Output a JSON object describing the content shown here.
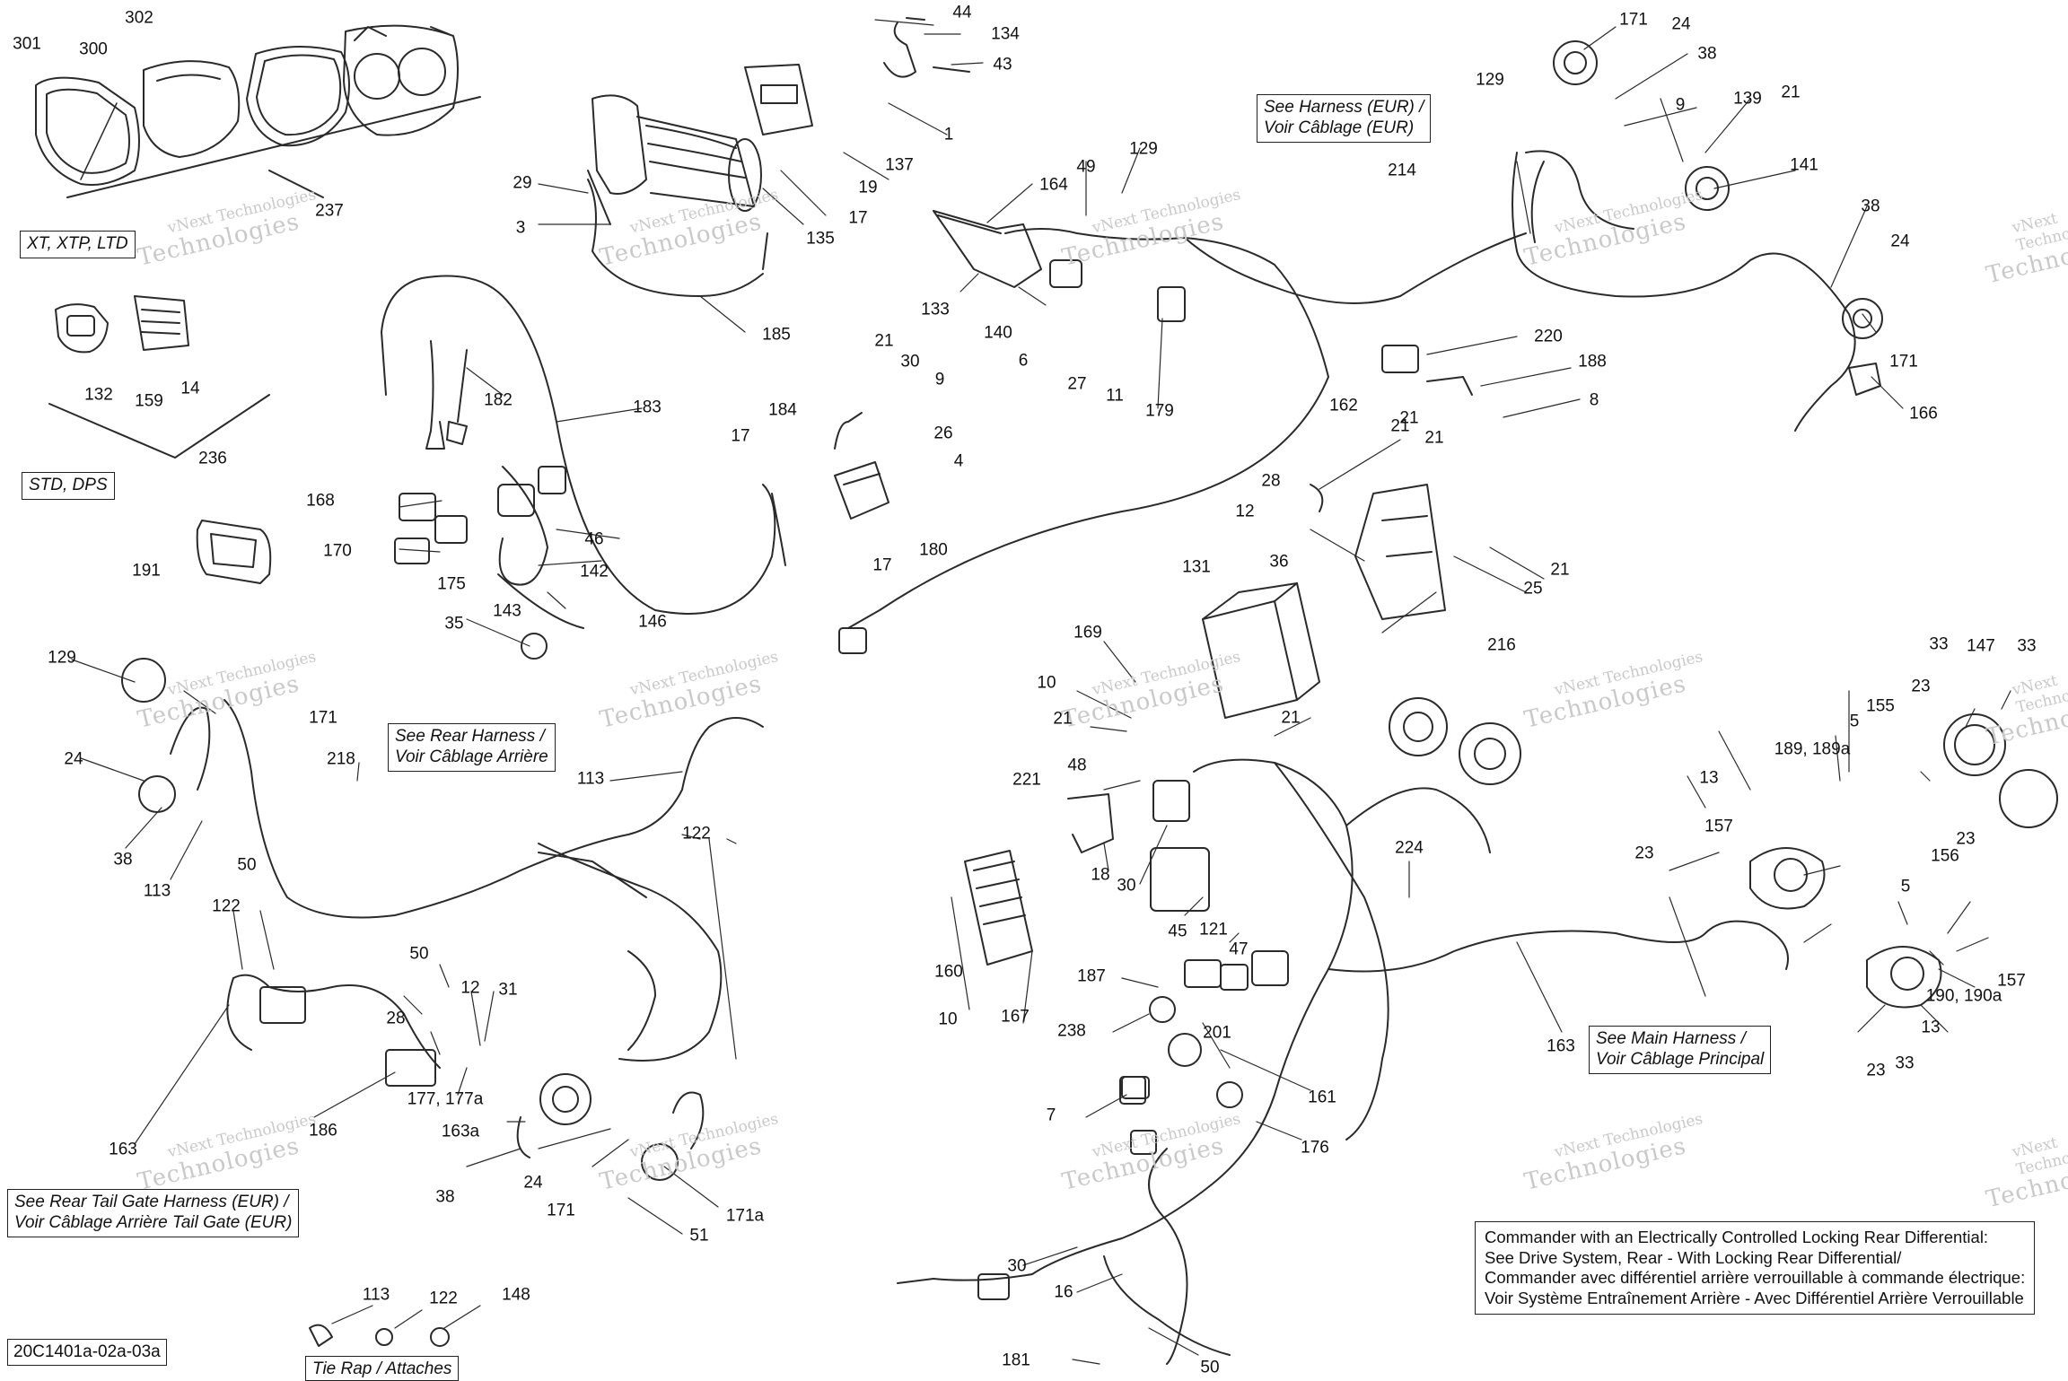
{
  "diagram_id": "20C1401a-02a-03a",
  "watermark": {
    "line1": "vNext Technologies",
    "line2": "Technologies"
  },
  "boxes": {
    "xt_xtp_ltd": [
      "XT, XTP, LTD"
    ],
    "std_dps": [
      "STD, DPS"
    ],
    "harness_eur": [
      "See Harness (EUR) /",
      "Voir Câblage (EUR)"
    ],
    "rear_harness": [
      "See Rear Harness /",
      "Voir Câblage Arrière"
    ],
    "main_harness": [
      "See Main Harness /",
      "Voir Câblage Principal"
    ],
    "tail_gate": [
      "See Rear Tail Gate Harness (EUR) /",
      "Voir Câblage Arrière Tail Gate (EUR)"
    ],
    "tie_rap": [
      "Tie Rap / Attaches"
    ]
  },
  "note": {
    "en": [
      "Commander with an Electrically Controlled Locking Rear Differential:",
      "See Drive System, Rear - With Locking Rear Differential/"
    ],
    "fr": [
      "Commander avec différentiel arrière verrouillable à commande électrique:",
      "Voir Système Entraînement Arrière - Avec Différentiel Arrière Verrouillable"
    ]
  },
  "callouts": [
    "301",
    "300",
    "302",
    "237",
    "132",
    "159",
    "14",
    "236",
    "191",
    "44",
    "134",
    "43",
    "1",
    "137",
    "19",
    "17",
    "135",
    "29",
    "3",
    "185",
    "182",
    "183",
    "168",
    "170",
    "175",
    "46",
    "142",
    "143",
    "146",
    "35",
    "184",
    "21",
    "30",
    "9",
    "26",
    "4",
    "17",
    "180",
    "17",
    "164",
    "49",
    "129",
    "133",
    "140",
    "6",
    "27",
    "11",
    "179",
    "220",
    "188",
    "8",
    "21",
    "129",
    "171",
    "24",
    "38",
    "9",
    "139",
    "21",
    "141",
    "214",
    "38",
    "24",
    "171",
    "166",
    "162",
    "21",
    "28",
    "12",
    "36",
    "21",
    "25",
    "21",
    "216",
    "131",
    "169",
    "10",
    "21",
    "48",
    "221",
    "18",
    "30",
    "45",
    "121",
    "47",
    "21",
    "160",
    "10",
    "167",
    "187",
    "238",
    "201",
    "161",
    "176",
    "7",
    "30",
    "16",
    "181",
    "50",
    "224",
    "163",
    "129",
    "171",
    "24",
    "38",
    "113",
    "218",
    "113",
    "122",
    "50",
    "122",
    "50",
    "28",
    "12",
    "31",
    "177, 177a",
    "186",
    "163",
    "163a",
    "38",
    "24",
    "171",
    "171a",
    "51",
    "113",
    "122",
    "148",
    "33",
    "147",
    "33",
    "23",
    "5",
    "155",
    "189, 189a",
    "13",
    "23",
    "157",
    "5",
    "23",
    "156",
    "157",
    "190, 190a",
    "13",
    "23",
    "33"
  ]
}
